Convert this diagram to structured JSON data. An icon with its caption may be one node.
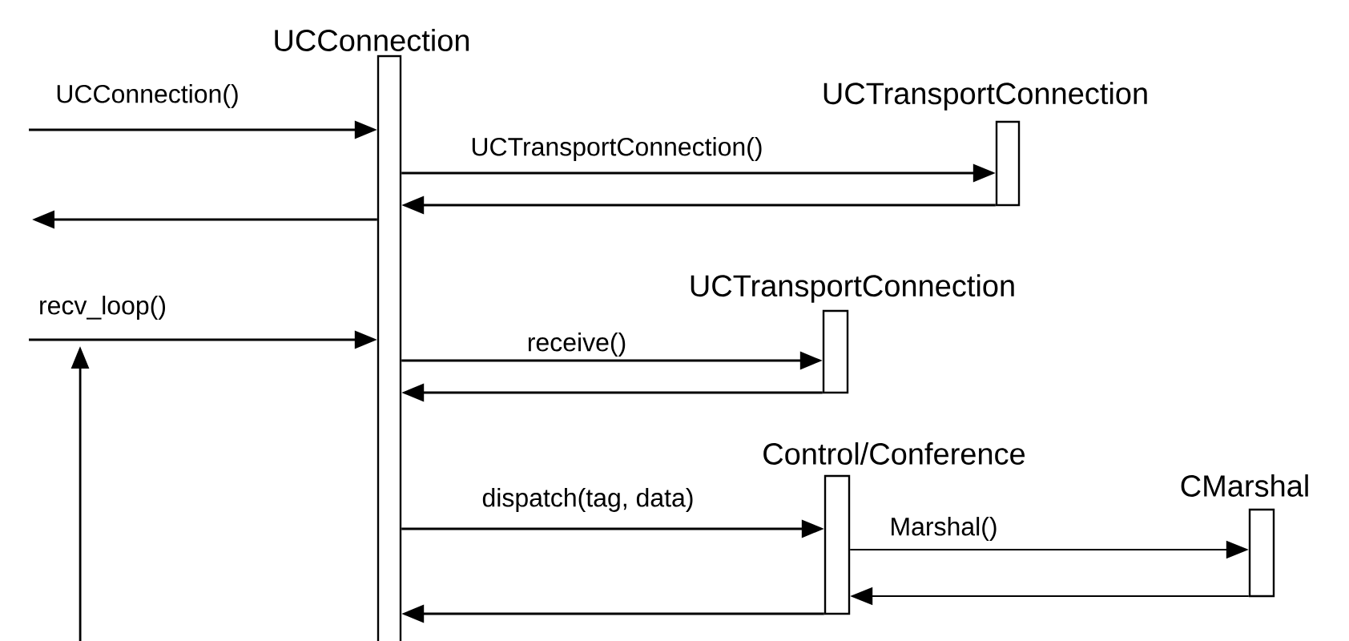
{
  "diagram": {
    "nodes": [
      {
        "text": [
          "UCConnection"
        ]
      },
      {
        "text": [
          "UCTransportConnection"
        ]
      },
      {
        "text": [
          "UCTransportConnection"
        ]
      },
      {
        "text": [
          "Control/Conference"
        ]
      },
      {
        "text": [
          "CMarshal"
        ]
      }
    ],
    "edges": [
      {
        "from": null,
        "to": 0,
        "arrow": "to",
        "label": "UCConnection()"
      },
      {
        "from": 0,
        "to": 1,
        "arrow": "to",
        "label": "UCTransportConnection()"
      },
      {
        "from": 1,
        "to": 0,
        "arrow": "to"
      },
      {
        "from": 0,
        "to": null,
        "arrow": "to"
      },
      {
        "from": null,
        "to": 0,
        "arrow": "to",
        "label": "recv_loop()"
      },
      {
        "from": 0,
        "to": 2,
        "arrow": "to",
        "label": "receive()"
      },
      {
        "from": 2,
        "to": 0,
        "arrow": "to"
      },
      {
        "from": 0,
        "to": 3,
        "arrow": "to",
        "label": "dispatch(tag, data)"
      },
      {
        "from": 3,
        "to": 4,
        "arrow": "to",
        "label": "Marshal()"
      },
      {
        "from": 4,
        "to": 3,
        "arrow": "to"
      },
      {
        "from": 3,
        "to": 0,
        "arrow": "to"
      }
    ]
  }
}
